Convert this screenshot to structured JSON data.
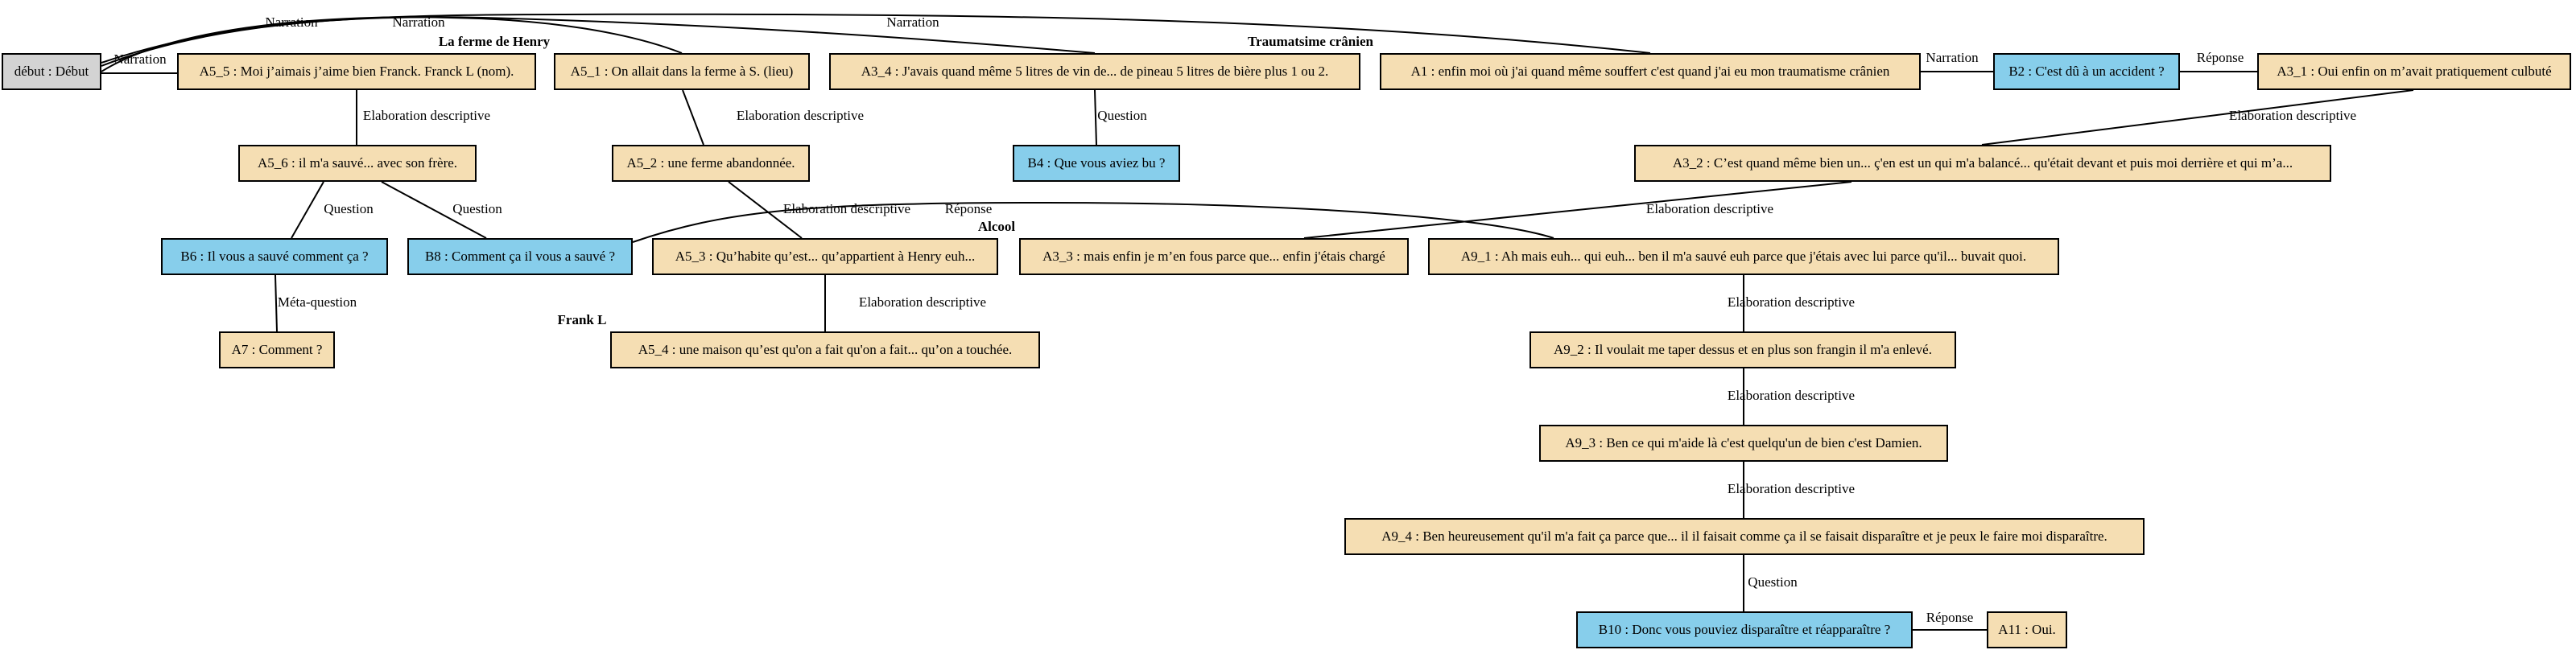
{
  "colors": {
    "speaker_a": "#f5deb3",
    "speaker_b": "#87ceeb",
    "start": "#d3d3d3",
    "line": "#000000"
  },
  "nodes": [
    {
      "id": "debut",
      "label": "début : Début",
      "kind": "start"
    },
    {
      "id": "A5_5",
      "label": "A5_5 : Moi j’aimais j’aime bien Franck. Franck L (nom).",
      "kind": "a"
    },
    {
      "id": "A5_1",
      "label": "A5_1 : On allait dans la ferme à S. (lieu)",
      "kind": "a"
    },
    {
      "id": "A3_4",
      "label": "A3_4 : J'avais quand même 5 litres de vin de... de  pineau 5 litres de bière plus 1 ou 2.",
      "kind": "a"
    },
    {
      "id": "A1",
      "label": "A1 : enfin moi où j'ai quand même souffert c'est quand j'ai eu mon traumatisme crânien",
      "kind": "a"
    },
    {
      "id": "B2",
      "label": "B2 : C'est dû à un accident ?",
      "kind": "b"
    },
    {
      "id": "A3_1",
      "label": "A3_1 : Oui enfin on m’avait pratiquement culbuté",
      "kind": "a"
    },
    {
      "id": "A5_6",
      "label": "A5_6 : il m'a sauvé... avec son frère.",
      "kind": "a"
    },
    {
      "id": "A5_2",
      "label": "A5_2 : une ferme abandonnée.",
      "kind": "a"
    },
    {
      "id": "B4",
      "label": "B4 : Que vous aviez bu ?",
      "kind": "b"
    },
    {
      "id": "A3_2",
      "label": "A3_2 : C’est quand même bien un...  ç'en est un qui m'a balancé... qu'était devant et puis moi derrière et qui m’a...",
      "kind": "a"
    },
    {
      "id": "B6",
      "label": "B6 : Il vous a sauvé comment ça ?",
      "kind": "b"
    },
    {
      "id": "B8",
      "label": "B8 : Comment ça il vous a sauvé ?",
      "kind": "b"
    },
    {
      "id": "A5_3",
      "label": "A5_3 : Qu’habite qu’est... qu’appartient à Henry euh...",
      "kind": "a"
    },
    {
      "id": "A3_3",
      "label": "A3_3 : mais enfin je m’en fous parce que... enfin j'étais chargé",
      "kind": "a"
    },
    {
      "id": "A9_1",
      "label": "A9_1 : Ah mais euh... qui euh... ben il m'a sauvé euh parce que j'étais avec lui parce qu'il... buvait quoi.",
      "kind": "a"
    },
    {
      "id": "A7",
      "label": "A7 : Comment ?",
      "kind": "a"
    },
    {
      "id": "A5_4",
      "label": "A5_4 : une maison qu’est qu'on a fait qu'on a fait... qu’on a touchée.",
      "kind": "a"
    },
    {
      "id": "A9_2",
      "label": "A9_2 : Il voulait me taper dessus et en plus son frangin il m'a enlevé.",
      "kind": "a"
    },
    {
      "id": "A9_3",
      "label": "A9_3 : Ben ce qui m'aide là c'est quelqu'un de bien c'est Damien.",
      "kind": "a"
    },
    {
      "id": "A9_4",
      "label": "A9_4 : Ben heureusement qu'il m'a fait ça parce que... il il faisait comme ça il se faisait disparaître et je peux le faire moi disparaître.",
      "kind": "a"
    },
    {
      "id": "B10",
      "label": "B10 : Donc vous pouviez disparaître et réapparaître ?",
      "kind": "b"
    },
    {
      "id": "A11",
      "label": "A11 : Oui.",
      "kind": "a"
    }
  ],
  "edges": [
    {
      "from": "debut",
      "to": "A5_5",
      "label": "Narration"
    },
    {
      "from": "debut",
      "to": "A5_1",
      "label": "Narration"
    },
    {
      "from": "debut",
      "to": "A3_4",
      "label": "Narration"
    },
    {
      "from": "debut",
      "to": "A1",
      "label": "Narration"
    },
    {
      "from": "A1",
      "to": "B2",
      "label": "Narration"
    },
    {
      "from": "B2",
      "to": "A3_1",
      "label": "Réponse"
    },
    {
      "from": "A5_5",
      "to": "A5_6",
      "label": "Elaboration descriptive"
    },
    {
      "from": "A5_1",
      "to": "A5_2",
      "label": "Elaboration descriptive"
    },
    {
      "from": "A3_4",
      "to": "B4",
      "label": "Question"
    },
    {
      "from": "A3_1",
      "to": "A3_2",
      "label": "Elaboration descriptive"
    },
    {
      "from": "A5_6",
      "to": "B6",
      "label": "Question"
    },
    {
      "from": "A5_6",
      "to": "B8",
      "label": "Question"
    },
    {
      "from": "A5_2",
      "to": "A5_3",
      "label": "Elaboration descriptive"
    },
    {
      "from": "A3_2",
      "to": "A3_3",
      "label": "Elaboration descriptive"
    },
    {
      "from": "B8",
      "to": "A9_1",
      "label": "Réponse"
    },
    {
      "from": "B6",
      "to": "A7",
      "label": "Méta-question"
    },
    {
      "from": "A5_3",
      "to": "A5_4",
      "label": "Elaboration descriptive"
    },
    {
      "from": "A9_1",
      "to": "A9_2",
      "label": "Elaboration descriptive"
    },
    {
      "from": "A9_2",
      "to": "A9_3",
      "label": "Elaboration descriptive"
    },
    {
      "from": "A9_3",
      "to": "A9_4",
      "label": "Elaboration descriptive"
    },
    {
      "from": "A9_4",
      "to": "B10",
      "label": "Question"
    },
    {
      "from": "B10",
      "to": "A11",
      "label": "Réponse"
    }
  ],
  "topics": [
    {
      "id": "t1",
      "label": "La ferme de Henry"
    },
    {
      "id": "t2",
      "label": "Traumatsime crânien"
    },
    {
      "id": "t3",
      "label": "Alcool"
    },
    {
      "id": "t4",
      "label": "Frank L"
    }
  ]
}
